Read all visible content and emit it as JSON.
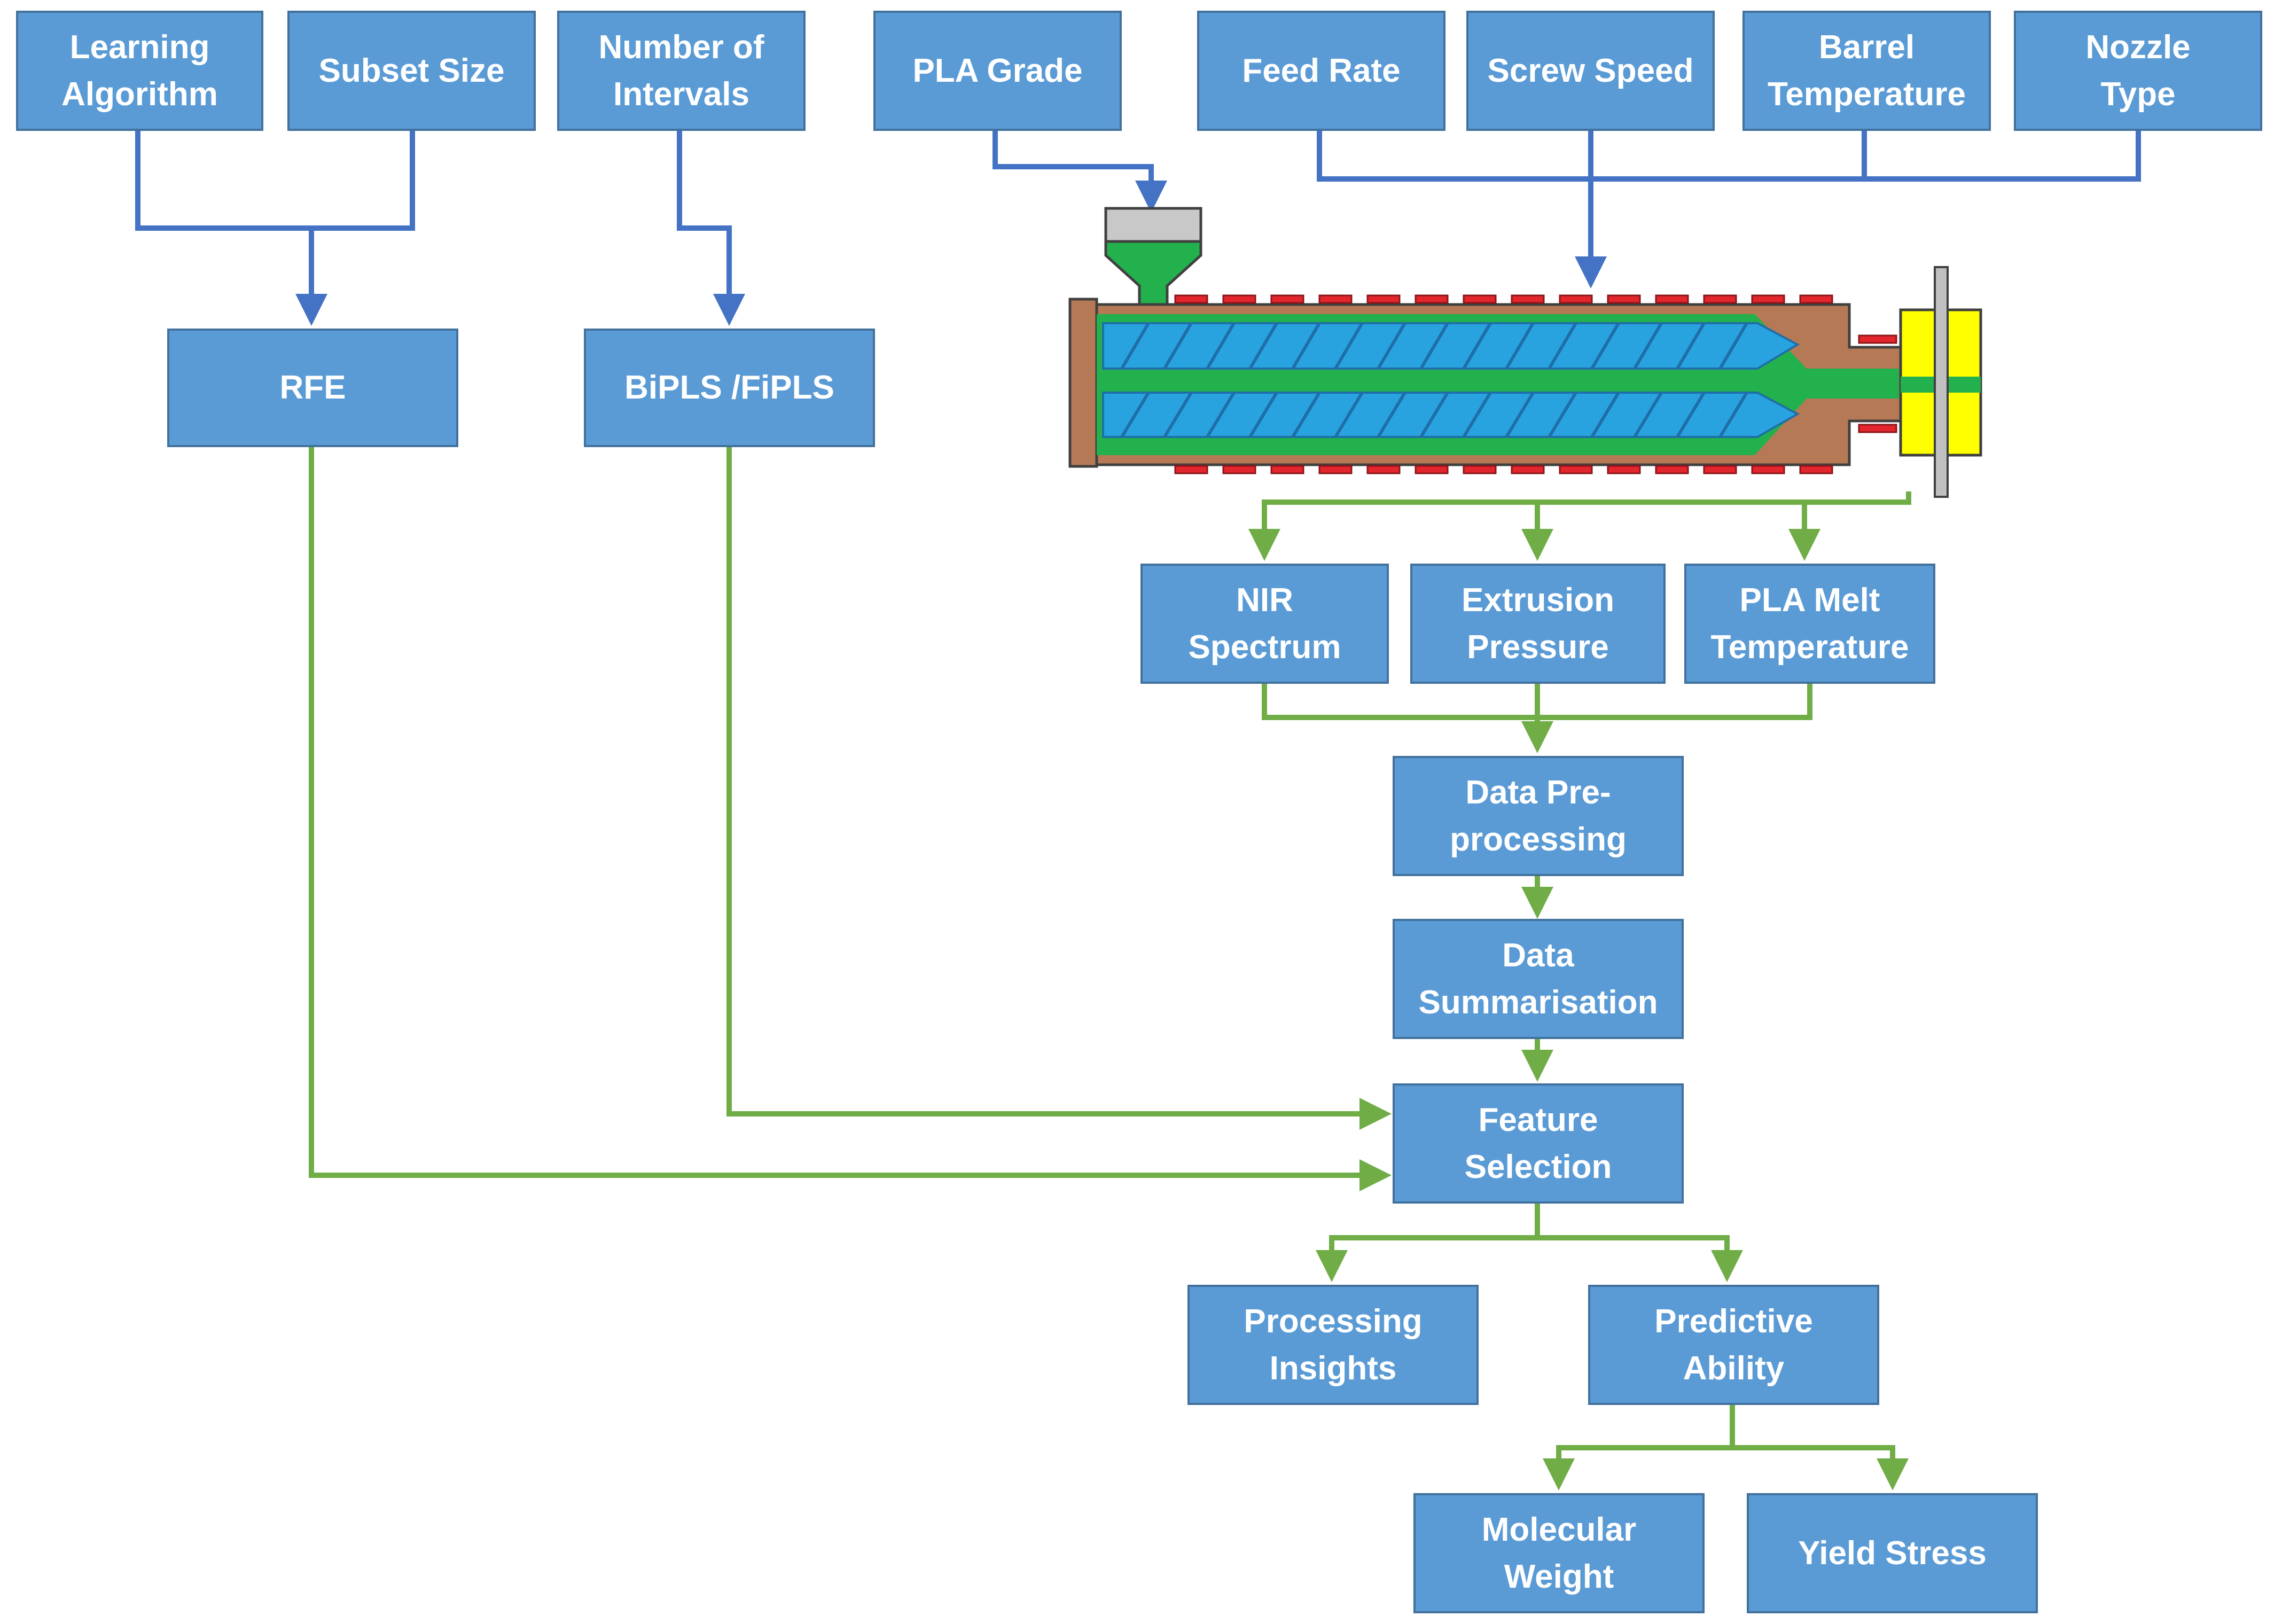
{
  "colors": {
    "box_fill": "#5b9bd5",
    "box_border": "#41719c",
    "input_arrow": "#4472c4",
    "flow_arrow": "#70ad47",
    "barrel": "#b57a55",
    "screw": "#29a3e0",
    "melt": "#22b14c",
    "heater": "#e3262d",
    "die": "#ffff00"
  },
  "nodes": {
    "learning_algorithm": "Learning\nAlgorithm",
    "subset_size": "Subset Size",
    "number_of_intervals": "Number of\nIntervals",
    "pla_grade": "PLA Grade",
    "feed_rate": "Feed Rate",
    "screw_speed": "Screw Speed",
    "barrel_temperature": "Barrel\nTemperature",
    "nozzle_type": "Nozzle\nType",
    "rfe": "RFE",
    "bipls_fipls": "BiPLS /FiPLS",
    "nir_spectrum": "NIR\nSpectrum",
    "extrusion_pressure": "Extrusion\nPressure",
    "pla_melt_temperature": "PLA Melt\nTemperature",
    "data_preprocessing": "Data Pre-\nprocessing",
    "data_summarisation": "Data\nSummarisation",
    "feature_selection": "Feature\nSelection",
    "processing_insights": "Processing\nInsights",
    "predictive_ability": "Predictive\nAbility",
    "molecular_weight": "Molecular\nWeight",
    "yield_stress": "Yield Stress"
  },
  "icons": {
    "extruder": "twin-screw-extruder-icon"
  }
}
